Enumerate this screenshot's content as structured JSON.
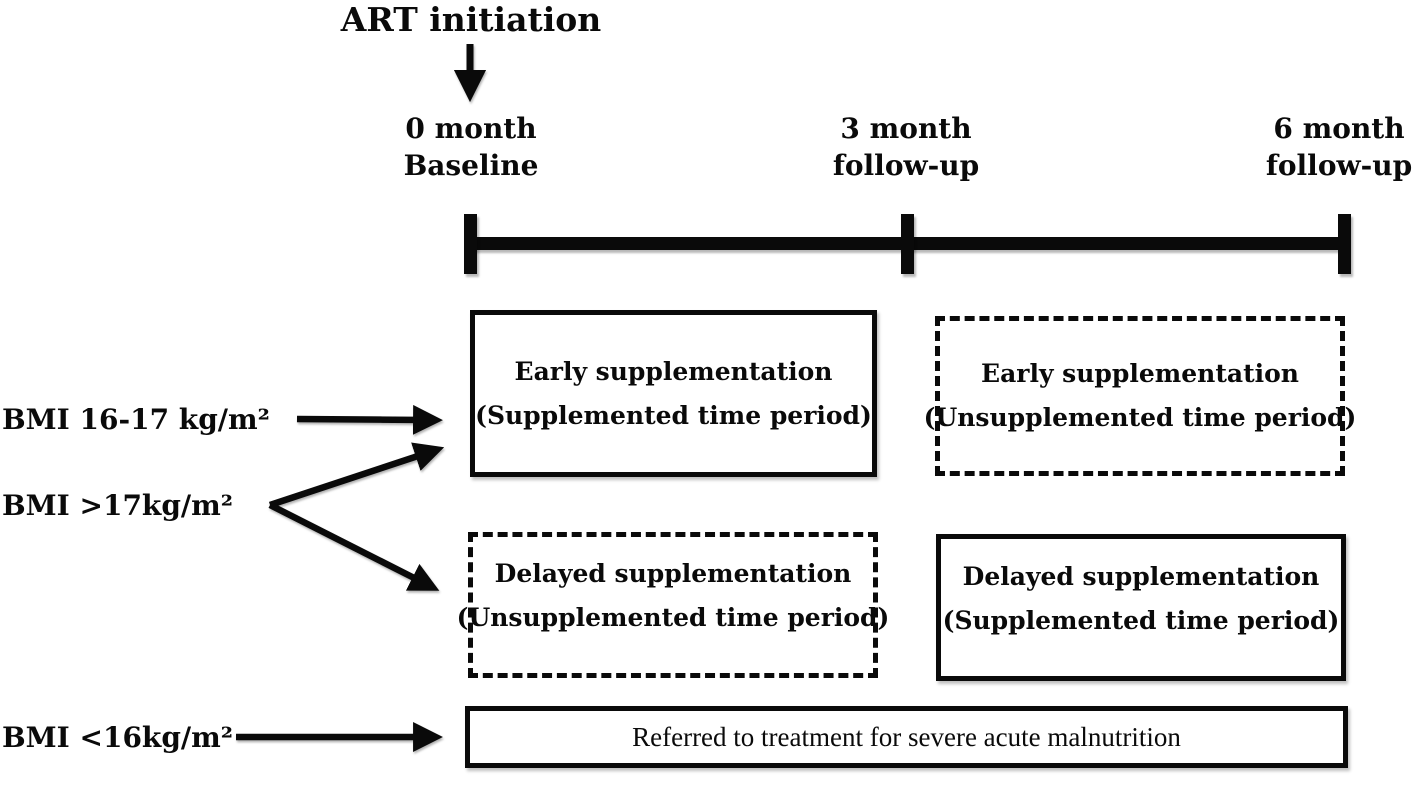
{
  "colors": {
    "ink": "#0a0a0a",
    "background": "#ffffff"
  },
  "title": "ART initiation",
  "timeline": {
    "points": [
      {
        "line1": "0 month",
        "line2": "Baseline"
      },
      {
        "line1": "3 month",
        "line2": "follow-up"
      },
      {
        "line1": "6 month",
        "line2": "follow-up"
      }
    ]
  },
  "bmi_groups": [
    {
      "label": "BMI 16-17 kg/m²"
    },
    {
      "label": "BMI >17kg/m²"
    },
    {
      "label": "BMI <16kg/m²"
    }
  ],
  "boxes": {
    "early_supplemented": {
      "line1": "Early supplementation",
      "line2": "(Supplemented time period)"
    },
    "early_unsupplemented": {
      "line1": "Early supplementation",
      "line2": "(Unsupplemented time period)"
    },
    "delayed_unsupplemented": {
      "line1": "Delayed supplementation",
      "line2": "(Unsupplemented time period)"
    },
    "delayed_supplemented": {
      "line1": "Delayed supplementation",
      "line2": "(Supplemented time period)"
    },
    "referred": {
      "label": "Referred to treatment for severe acute malnutrition"
    }
  }
}
